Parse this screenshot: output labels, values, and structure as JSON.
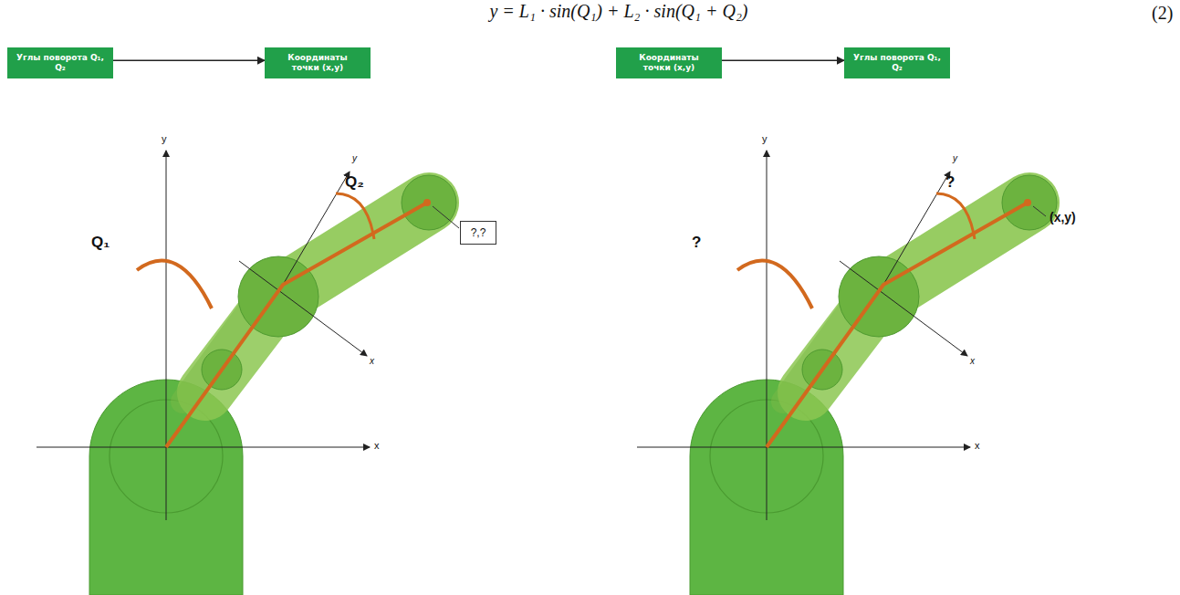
{
  "diagram": {
    "nodes": [
      {
        "text": [
          "Углы поворота Q₁, Q₂"
        ]
      },
      {
        "text": [
          "Координаты точки (x,y)"
        ]
      },
      {
        "text": [
          "Координаты точки (x,y)"
        ]
      },
      {
        "text": [
          "Углы поворота Q₁, Q₂"
        ]
      },
      {
        "text": [
          "?,?"
        ]
      }
    ],
    "edges": [
      {
        "from": 0,
        "to": 1,
        "arrow": "to"
      },
      {
        "from": 2,
        "to": 3,
        "arrow": "to"
      }
    ],
    "labels": [
      "y = L₁ · sin(Q₁) + L₂ · sin(Q₁ + Q₂)",
      "(2)",
      "y",
      "x",
      "y",
      "x",
      "Q₁",
      "Q₂",
      "y",
      "x",
      "y",
      "x",
      "?",
      "?",
      "(x,y)"
    ]
  }
}
